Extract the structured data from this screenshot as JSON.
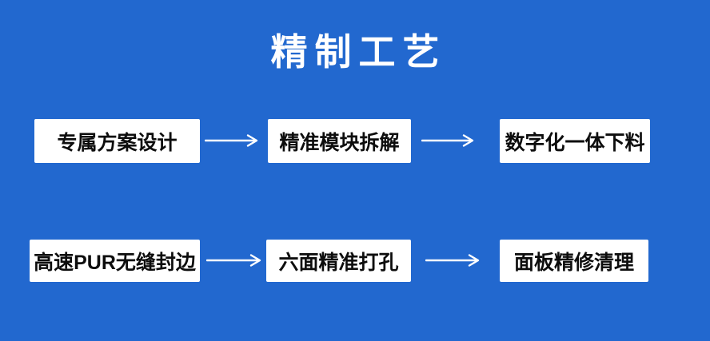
{
  "title": "精制工艺",
  "colors": {
    "background": "#2268cf",
    "box_background": "#ffffff",
    "box_text": "#0d0d0d",
    "title_text": "#ffffff",
    "arrow": "#ffffff"
  },
  "flow": {
    "rows": [
      {
        "steps": [
          {
            "label": "专属方案设计"
          },
          {
            "label": "精准模块拆解"
          },
          {
            "label": "数字化一体下料"
          }
        ]
      },
      {
        "steps": [
          {
            "label": "高速PUR无缝封边"
          },
          {
            "label": "六面精准打孔"
          },
          {
            "label": "面板精修清理"
          }
        ]
      }
    ]
  }
}
